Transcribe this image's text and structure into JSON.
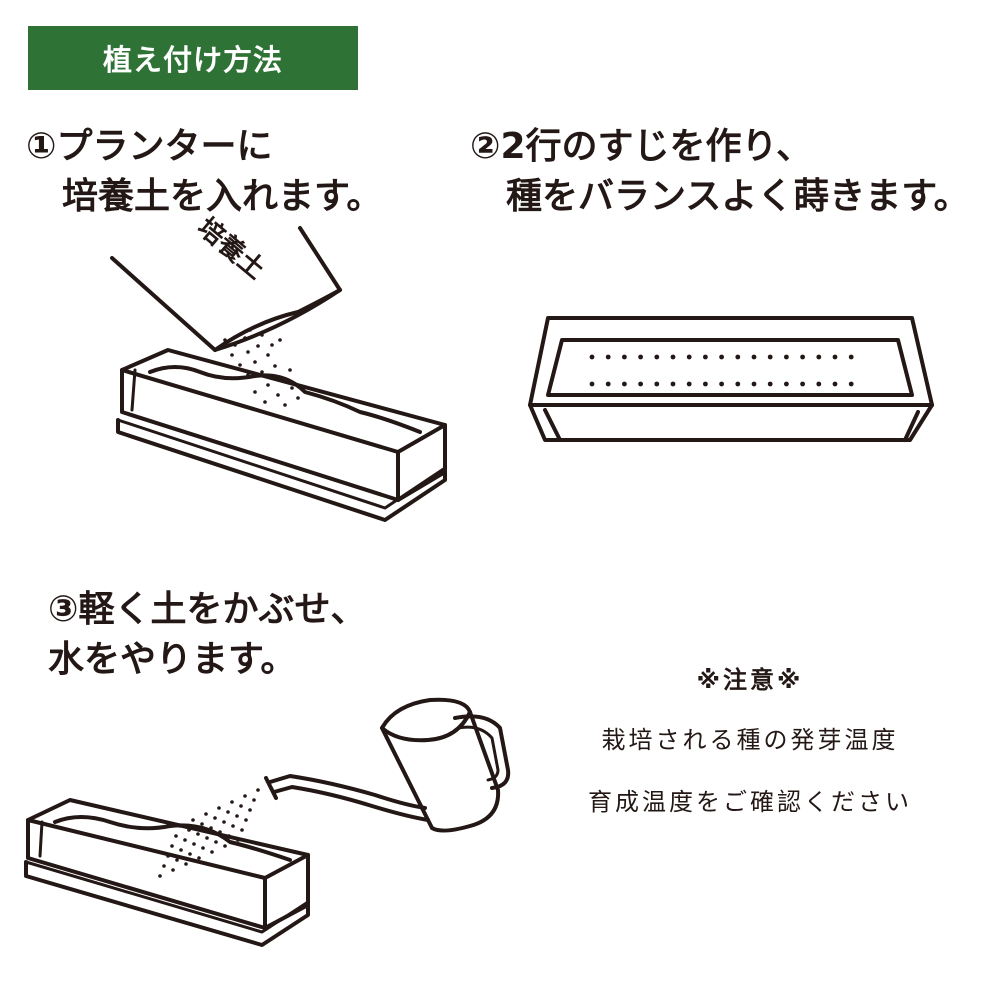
{
  "header": {
    "title": "植え付け方法",
    "bg_color": "#2e7335"
  },
  "steps": [
    {
      "lines": [
        "①プランターに",
        "　培養土を入れます。"
      ]
    },
    {
      "lines": [
        "②2行のすじを作り、",
        "　種をバランスよく蒔きます。"
      ]
    },
    {
      "lines": [
        "③軽く土をかぶせ、",
        "水をやります。"
      ]
    }
  ],
  "bag_label": "培養土",
  "note": {
    "title": "※注意※",
    "line1": "栽培される種の発芽温度",
    "line2": "育成温度をご確認ください"
  },
  "ink_color": "#231815"
}
